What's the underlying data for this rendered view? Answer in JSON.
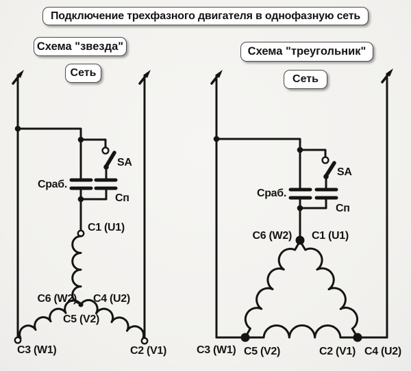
{
  "title": "Подключение трехфазного двигателя в однофазную сеть",
  "schemes": {
    "star": {
      "name": "Схема \"звезда\"",
      "net_label": "Сеть",
      "switch_label": "SA",
      "run_cap_label": "Сраб.",
      "start_cap_label": "Сп",
      "terminals": {
        "c1": "C1 (U1)",
        "c6": "C6 (W2)",
        "c4": "C4 (U2)",
        "c5": "C5 (V2)",
        "c3": "C3 (W1)",
        "c2": "C2 (V1)"
      }
    },
    "delta": {
      "name": "Схема \"треугольник\"",
      "net_label": "Сеть",
      "switch_label": "SA",
      "run_cap_label": "Сраб.",
      "start_cap_label": "Сп",
      "terminals": {
        "c6": "C6 (W2)",
        "c1": "C1 (U1)",
        "c3": "C3 (W1)",
        "c5": "C5 (V2)",
        "c2": "C2 (V1)",
        "c4": "C4 (U2)"
      }
    }
  },
  "colors": {
    "line": "#141414",
    "background": "#f2f1ee",
    "bubble_bg": "#ffffff",
    "bubble_border": "#4a4a4a"
  }
}
